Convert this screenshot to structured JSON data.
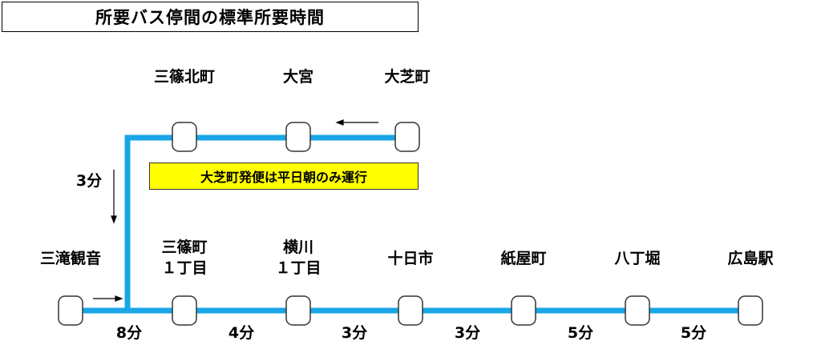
{
  "title": "所要バス停間の標準所要時間",
  "note": "大芝町発便は平日朝のみ運行",
  "stops_upper": [
    {
      "name": "三篠北町"
    },
    {
      "name": "大宮"
    },
    {
      "name": "大芝町"
    }
  ],
  "stops_lower": [
    {
      "name": "三滝観音"
    },
    {
      "name_line1": "三篠町",
      "name_line2": "１丁目"
    },
    {
      "name_line1": "横川",
      "name_line2": "１丁目"
    },
    {
      "name": "十日市"
    },
    {
      "name": "紙屋町"
    },
    {
      "name": "八丁堀"
    },
    {
      "name": "広島駅"
    }
  ],
  "times": {
    "upper_to_junction": "3分",
    "segments": [
      "8分",
      "4分",
      "3分",
      "3分",
      "5分",
      "5分"
    ]
  },
  "colors": {
    "route_line": "#1aa6e6",
    "note_bg": "#ffff00",
    "stop_fill": "#ffffff",
    "stop_border": "#333333"
  }
}
